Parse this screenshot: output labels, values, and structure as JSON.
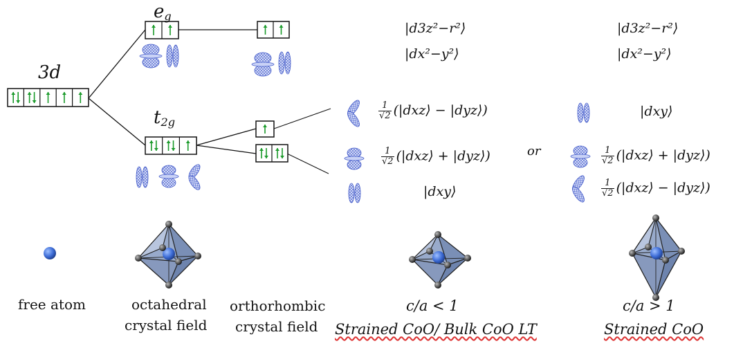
{
  "levels": {
    "d3": "3d",
    "eg_main": "e",
    "eg_sub": "g",
    "t2g_main": "t",
    "t2g_sub": "2g"
  },
  "kets": {
    "col1_eg_a": "|d3z²−r²⟩",
    "col1_eg_b": "|dx²−y²⟩",
    "col1_t_1": "(|dxz⟩ − |dyz⟩)",
    "col1_t_2": "(|dxz⟩ + |dyz⟩)",
    "col1_t_3": "|dxy⟩",
    "col2_eg_a": "|d3z²−r²⟩",
    "col2_eg_b": "|dx²−y²⟩",
    "col2_t_1": "|dxy⟩",
    "col2_t_2": "(|dxz⟩ + |dyz⟩)",
    "col2_t_3": "(|dxz⟩ − |dyz⟩)",
    "frac_num": "1",
    "frac_den": "√2"
  },
  "or_label": "or",
  "captions": {
    "free_atom": "free atom",
    "octahedral_1": "octahedral",
    "octahedral_2": "crystal field",
    "ortho_1": "orthorhombic",
    "ortho_2": "crystal field",
    "ca_lt": "c/a < 1",
    "strained_lt": "Strained CoO/ Bulk CoO LT",
    "ca_gt": "c/a > 1",
    "strained": "Strained CoO"
  },
  "colors": {
    "arrow": "#1a9a2a",
    "orbital": "#3f57c8",
    "octahedron": "#8fa4c6",
    "atom": "#3d6cd6",
    "line": "#111111"
  }
}
